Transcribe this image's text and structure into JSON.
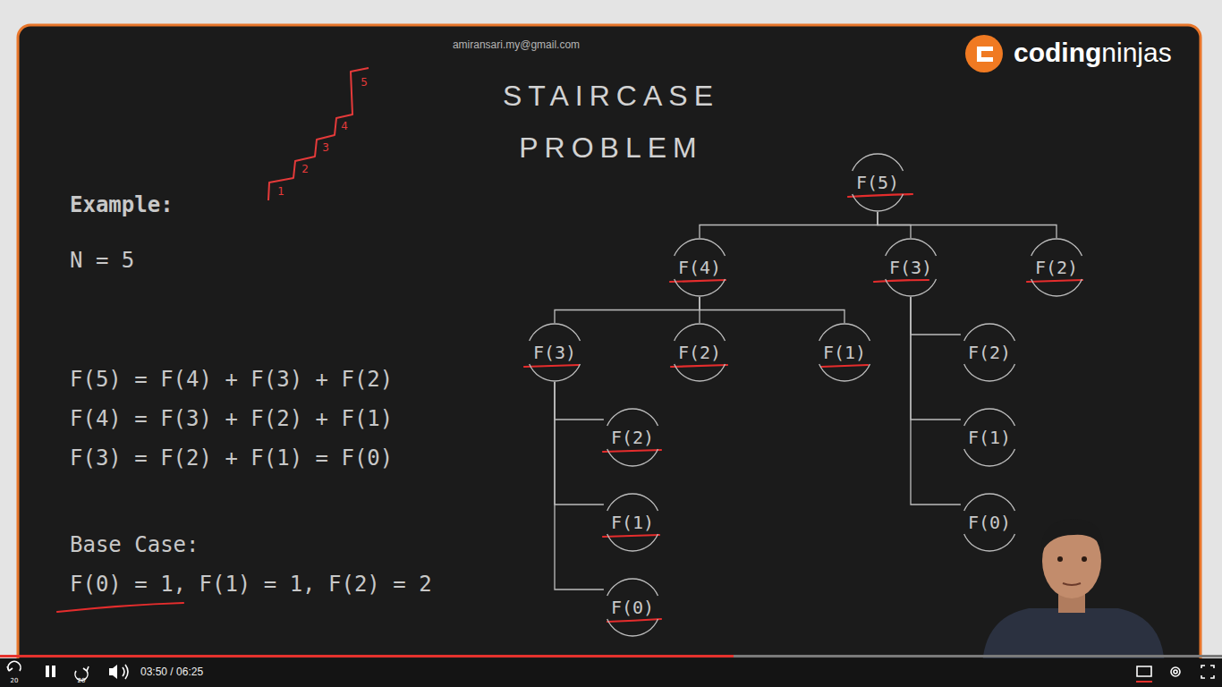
{
  "diagram": {
    "title": "STAIRCASE PROBLEM",
    "nodes": [
      {
        "text": [
          "F(5)"
        ]
      },
      {
        "text": [
          "F(4)"
        ]
      },
      {
        "text": [
          "F(3)"
        ]
      },
      {
        "text": [
          "F(2)"
        ]
      },
      {
        "text": [
          "F(3)"
        ]
      },
      {
        "text": [
          "F(2)"
        ]
      },
      {
        "text": [
          "F(1)"
        ]
      },
      {
        "text": [
          "F(2)"
        ]
      },
      {
        "text": [
          "F(2)"
        ]
      },
      {
        "text": [
          "F(1)"
        ]
      },
      {
        "text": [
          "F(1)"
        ]
      },
      {
        "text": [
          "F(0)"
        ]
      },
      {
        "text": [
          "F(0)"
        ]
      }
    ],
    "edges": [
      {
        "from": 0,
        "to": 1,
        "arrow": "none"
      },
      {
        "from": 0,
        "to": 2,
        "arrow": "none"
      },
      {
        "from": 0,
        "to": 3,
        "arrow": "none"
      },
      {
        "from": 1,
        "to": 4,
        "arrow": "none"
      },
      {
        "from": 1,
        "to": 5,
        "arrow": "none"
      },
      {
        "from": 1,
        "to": 6,
        "arrow": "none"
      },
      {
        "from": 2,
        "to": 7,
        "arrow": "none"
      },
      {
        "from": 2,
        "to": 9,
        "arrow": "none"
      },
      {
        "from": 2,
        "to": 11,
        "arrow": "none"
      },
      {
        "from": 4,
        "to": 8,
        "arrow": "none"
      },
      {
        "from": 4,
        "to": 10,
        "arrow": "none"
      },
      {
        "from": 4,
        "to": 12,
        "arrow": "none"
      }
    ],
    "labels": [
      "amiransari.my@gmail.com",
      "coding",
      "ninjas",
      "Example:",
      "N = 5",
      "F(5) = F(4) + F(3) + F(2)",
      "F(4) = F(3) + F(2) + F(1)",
      "F(3) = F(2) + F(1) = F(0)",
      "Base Case:",
      "F(0) = 1, F(1) = 1, F(2) = 2",
      "1",
      "2",
      "3",
      "4",
      "5",
      "20",
      "20",
      "03:50 / 06:25"
    ]
  }
}
